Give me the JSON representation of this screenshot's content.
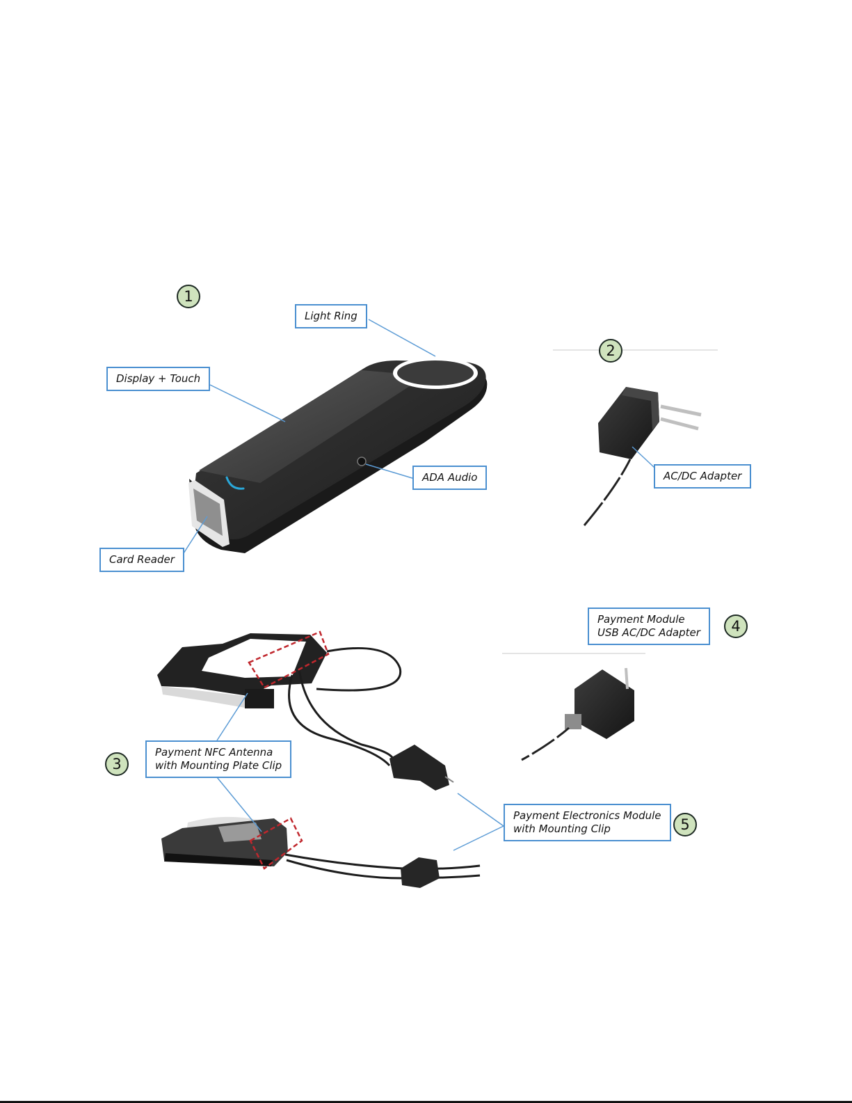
{
  "callouts": {
    "light_ring": "Light Ring",
    "display_touch": "Display + Touch",
    "ada_audio": "ADA Audio",
    "card_reader": "Card Reader",
    "ac_dc_adapter": "AC/DC Adapter",
    "payment_module_adapter_line1": "Payment Module",
    "payment_module_adapter_line2": "USB AC/DC Adapter",
    "nfc_antenna_line1": "Payment NFC Antenna",
    "nfc_antenna_line2": "with Mounting Plate Clip",
    "electronics_module_line1": "Payment Electronics Module",
    "electronics_module_line2": "with Mounting Clip"
  },
  "badges": [
    "1",
    "2",
    "3",
    "4",
    "5"
  ],
  "colors": {
    "callout_border": "#4a8fd0",
    "leader_line": "#5b9bd5",
    "badge_fill": "#cfe3bd",
    "device_body": "#2b2b2b",
    "highlight_box": "#c0272d",
    "accent_smile": "#2aa7d8"
  }
}
